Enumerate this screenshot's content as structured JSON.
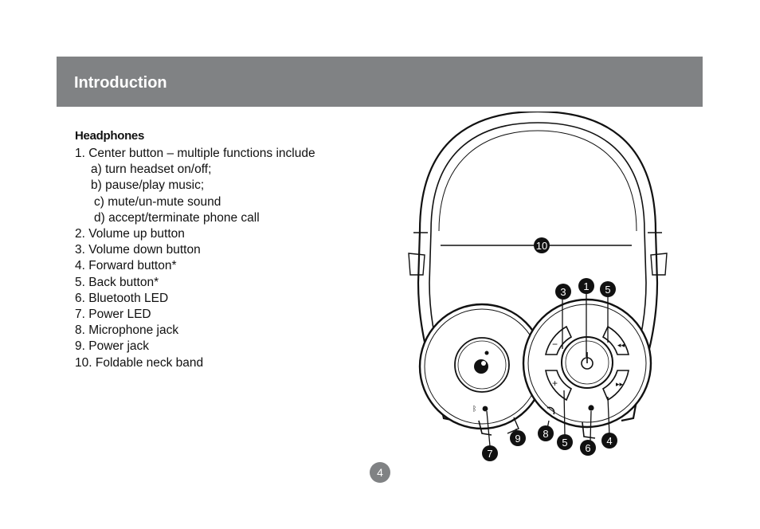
{
  "header": {
    "title": "Introduction"
  },
  "section": {
    "title": "Headphones",
    "lines": [
      "1. Center button – multiple functions include",
      "a) turn headset on/off;",
      "b) pause/play music;",
      "c) mute/un-mute sound",
      "d) accept/terminate phone call",
      "2. Volume up button",
      "3. Volume down button",
      "4. Forward button*",
      "5.  Back button*",
      "6. Bluetooth LED",
      "7. Power LED",
      "8. Microphone jack",
      "9. Power jack",
      "10. Foldable neck band"
    ]
  },
  "diagram": {
    "callouts": [
      "10",
      "3",
      "1",
      "5",
      "9",
      "8",
      "5",
      "6",
      "4",
      "7"
    ],
    "button_symbols": {
      "volume_down": "−",
      "volume_up": "+"
    }
  },
  "footer": {
    "page_number": "4"
  },
  "colors": {
    "header_bg": "#808284",
    "callout_fill": "#111111",
    "page_number_bg": "#808284"
  }
}
